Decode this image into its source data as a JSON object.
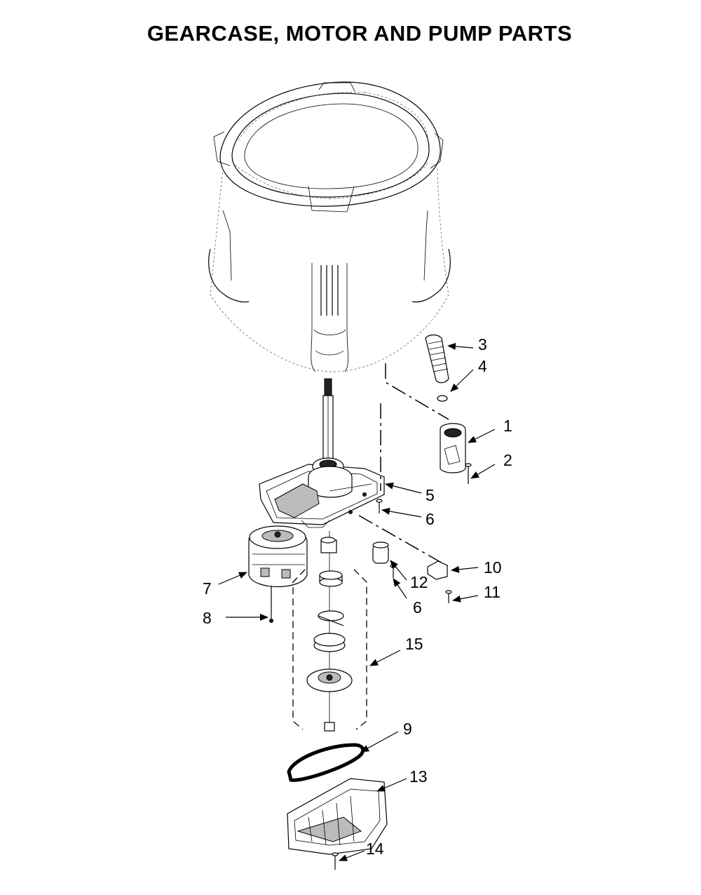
{
  "title": "GEARCASE, MOTOR AND PUMP PARTS",
  "callouts": [
    "1",
    "2",
    "3",
    "4",
    "5",
    "6",
    "6",
    "7",
    "8",
    "9",
    "10",
    "11",
    "12",
    "13",
    "14",
    "15"
  ]
}
